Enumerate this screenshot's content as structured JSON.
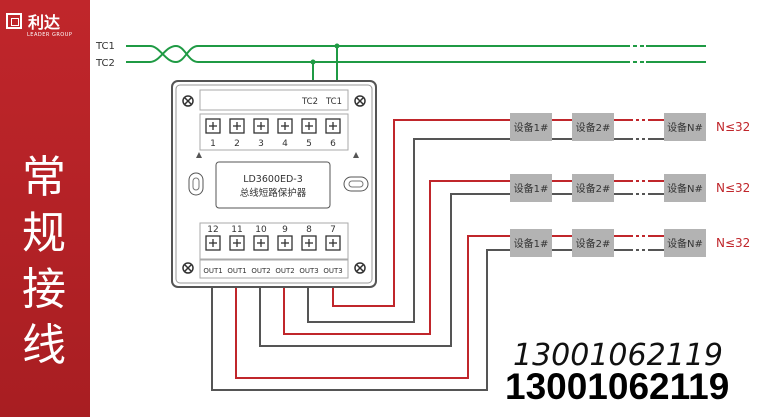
{
  "brand": {
    "logo_text": "利达",
    "logo_sub": "LEADER GROUP"
  },
  "title_chars": [
    "常",
    "规",
    "接",
    "线"
  ],
  "bus": {
    "line1": "TC1",
    "line2": "TC2"
  },
  "device": {
    "model": "LD3600ED-3",
    "name": "总线短路保护器",
    "top_labels": {
      "tc2": "TC2",
      "tc1": "TC1"
    },
    "top_terminals": [
      "1",
      "2",
      "3",
      "4",
      "5",
      "6"
    ],
    "bottom_terminals": [
      "12",
      "11",
      "10",
      "9",
      "8",
      "7"
    ],
    "out_labels": [
      "OUT1",
      "OUT1",
      "OUT2",
      "OUT2",
      "OUT3",
      "OUT3"
    ]
  },
  "branches": [
    {
      "dev1": "设备1#",
      "dev2": "设备2#",
      "devN": "设备N#",
      "limit": "N≤32"
    },
    {
      "dev1": "设备1#",
      "dev2": "设备2#",
      "devN": "设备N#",
      "limit": "N≤32"
    },
    {
      "dev1": "设备1#",
      "dev2": "设备2#",
      "devN": "设备N#",
      "limit": "N≤32"
    }
  ],
  "phone": {
    "thin": "13001062119",
    "bold": "13001062119"
  },
  "colors": {
    "brand_red": "#b5232a",
    "bus_green": "#1f9a44",
    "wire_red": "#c0262b",
    "wire_gray": "#555555",
    "device_gray": "#b3b3b3"
  }
}
